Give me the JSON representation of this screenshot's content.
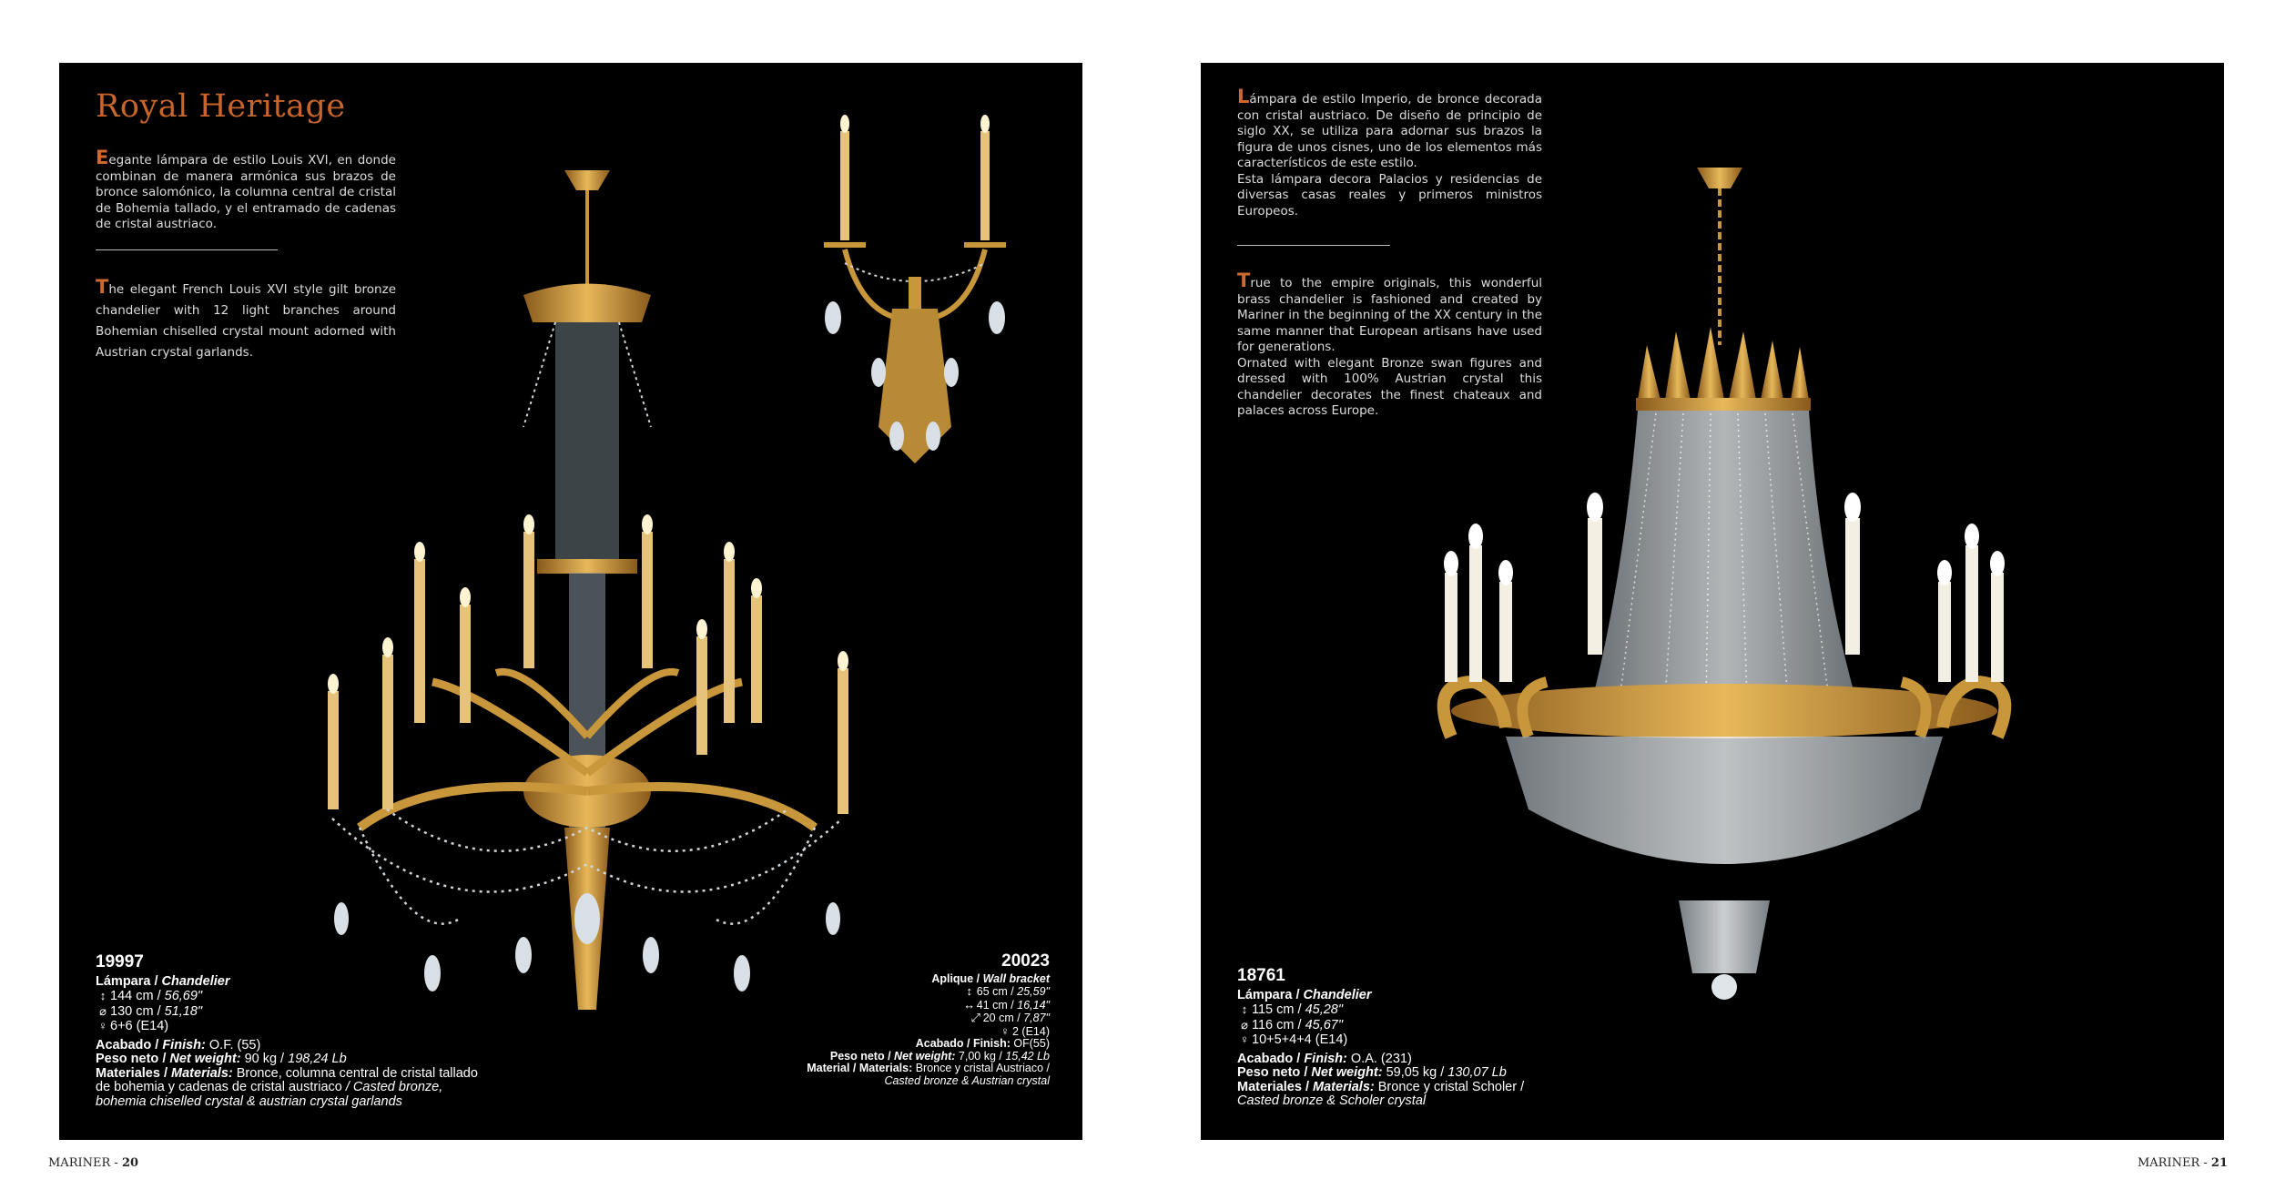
{
  "left_page": {
    "title": "Royal Heritage",
    "es_dropcap": "E",
    "es_text": "egante lámpara de estilo Louis XVI, en donde combinan de manera armónica sus brazos de bronce salomónico, la columna central de cristal de Bohemia tallado, y el entramado de cadenas de cristal austriaco.",
    "en_dropcap": "T",
    "en_text": "he elegant French Louis XVI style gilt bronze chandelier with 12 light branches around Bohemian chiselled crystal mount adorned with Austrian crystal garlands.",
    "product_1": {
      "code": "19997",
      "type_es": "Lámpara /",
      "type_en": "Chandelier",
      "height_cm": "144 cm /",
      "height_in": "56,69\"",
      "diameter_cm": "130 cm /",
      "diameter_in": "51,18\"",
      "bulbs": "6+6 (E14)",
      "finish_label_es": "Acabado /",
      "finish_label_en": "Finish:",
      "finish_value": "O.F. (55)",
      "weight_label_es": "Peso neto /",
      "weight_label_en": "Net weight:",
      "weight_kg": "90 kg /",
      "weight_lb": "198,24 Lb",
      "materials_label_es": "Materiales /",
      "materials_label_en": "Materials:",
      "materials_es": "Bronce, columna central de cristal tallado de bohemia y cadenas de cristal austriaco",
      "materials_en": "/ Casted bronze, bohemia chiselled crystal & austrian crystal garlands"
    },
    "product_2": {
      "code": "20023",
      "type_es": "Aplique /",
      "type_en": "Wall bracket",
      "height_cm": "65 cm /",
      "height_in": "25,59\"",
      "width_cm": "41 cm /",
      "width_in": "16,14\"",
      "depth_cm": "20 cm /",
      "depth_in": "7,87\"",
      "bulbs": "2 (E14)",
      "finish_label": "Acabado / Finish:",
      "finish_value": "OF(55)",
      "weight_label_es": "Peso neto /",
      "weight_label_en": "Net weight:",
      "weight_kg": "7,00 kg /",
      "weight_lb": "15,42 Lb",
      "materials_label": "Material / Materials:",
      "materials_es": "Bronce y cristal Austriaco /",
      "materials_en": "Casted bronze & Austrian crystal"
    },
    "footer_brand": "MARINER -",
    "footer_page": "20"
  },
  "right_page": {
    "es_dropcap": "L",
    "es_text": "ámpara de estilo Imperio, de bronce decorada con cristal austriaco. De diseño de principio de siglo XX, se utiliza para adornar sus brazos la figura de unos cisnes, uno de los elementos más característicos de este estilo.",
    "es_text_2": "Esta lámpara decora Palacios y residencias de diversas casas reales y primeros ministros Europeos.",
    "en_dropcap": "T",
    "en_text": "rue to the empire originals, this wonderful brass chandelier is fashioned and created by Mariner in the beginning of the XX century in the same manner that European artisans have used for generations.",
    "en_text_2": "Ornated with elegant Bronze swan figures and dressed with 100% Austrian crystal this chandelier decorates the finest chateaux and palaces across Europe.",
    "product": {
      "code": "18761",
      "type_es": "Lámpara /",
      "type_en": "Chandelier",
      "height_cm": "115 cm /",
      "height_in": "45,28\"",
      "diameter_cm": "116 cm /",
      "diameter_in": "45,67\"",
      "bulbs": "10+5+4+4 (E14)",
      "finish_label_es": "Acabado /",
      "finish_label_en": "Finish:",
      "finish_value": "O.A. (231)",
      "weight_label_es": "Peso neto /",
      "weight_label_en": "Net weight:",
      "weight_kg": "59,05 kg /",
      "weight_lb": "130,07 Lb",
      "materials_label_es": "Materiales /",
      "materials_label_en": "Materials:",
      "materials_es": "Bronce y cristal Scholer /",
      "materials_en": "Casted bronze & Scholer crystal"
    },
    "footer_brand": "MARINER -",
    "footer_page": "21"
  },
  "colors": {
    "panel_bg": "#000000",
    "accent_orange": "#c8652a",
    "gold": "#c9973b",
    "crystal": "#cfd6dc"
  },
  "icons": [
    "height-icon",
    "diameter-icon",
    "bulb-icon",
    "width-icon",
    "depth-icon"
  ]
}
